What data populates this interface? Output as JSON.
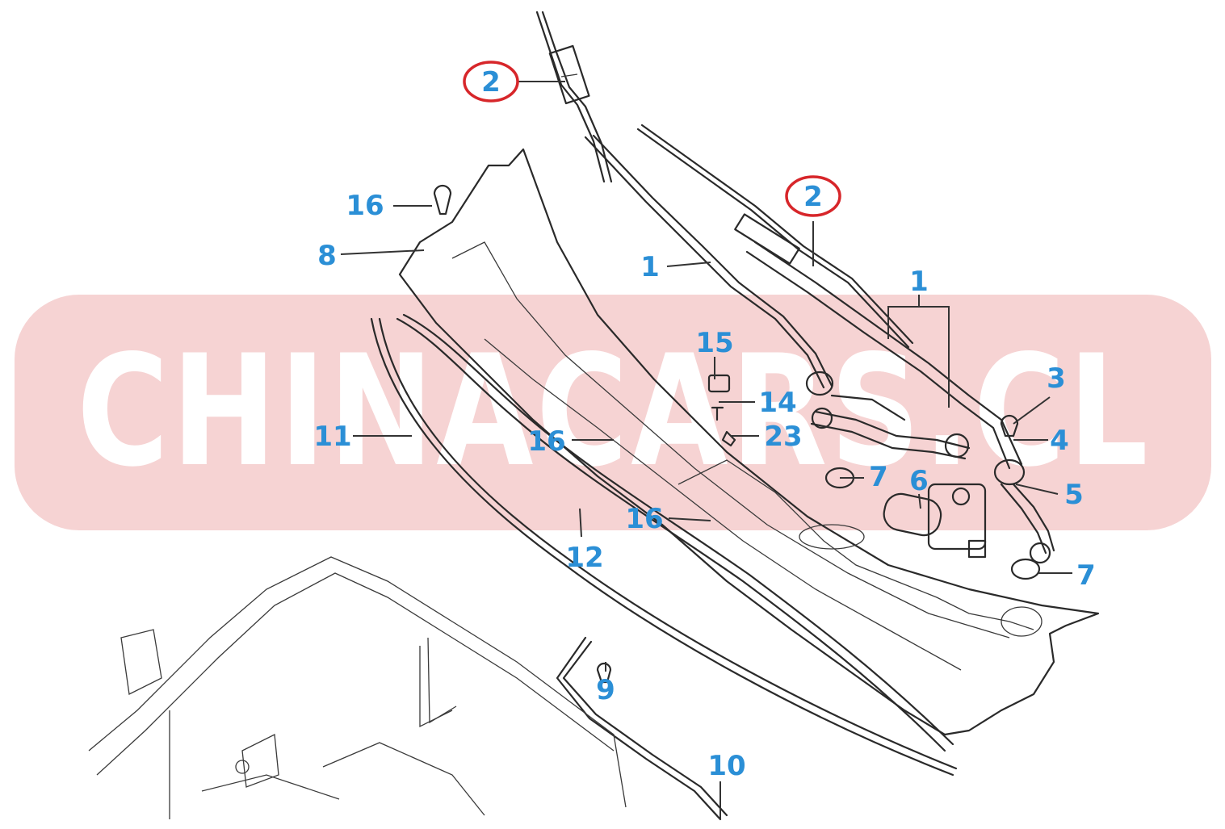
{
  "watermark": {
    "text": "CHINACARS.CL",
    "band_color": "#f6d3d3",
    "text_color": "#ffffff"
  },
  "colors": {
    "callout": "#2b8fd6",
    "highlight_ring": "#d7262a",
    "lines": "#2a2a2a"
  },
  "callouts": {
    "c2_top": "2",
    "c2_right": "2",
    "c16_top": "16",
    "c8": "8",
    "c1_left": "1",
    "c1_right": "1",
    "c15": "15",
    "c14": "14",
    "c23": "23",
    "c3": "3",
    "c4": "4",
    "c11": "11",
    "c16_mid": "16",
    "c7_mid": "7",
    "c6": "6",
    "c5": "5",
    "c16_low": "16",
    "c12": "12",
    "c7_low": "7",
    "c9": "9",
    "c10": "10"
  }
}
